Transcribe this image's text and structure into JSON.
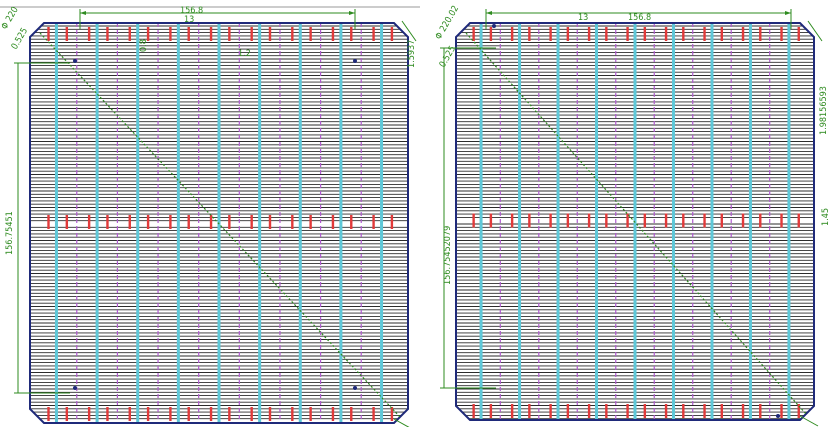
{
  "colors": {
    "background": "#ffffff",
    "outline": "#1f2a7a",
    "finger_lines": "#2b2b2b",
    "busbar": "#5ec8d8",
    "busbar_dash": "#b05ad0",
    "pad": "#e23a3a",
    "dimension": "#2e8b1f",
    "divider": "#9a9a9a"
  },
  "drawings": [
    {
      "name": "left-cell",
      "top_width": "156.8",
      "top_pitch": "13",
      "left_height": "156.75451",
      "corner_diameter": "Φ 220",
      "corner_chamfer": "0.525",
      "corner_right_top": "1.5937",
      "inner_label_1": "0.8",
      "inner_label_2": "1.2",
      "busbars": 9,
      "pad_rows": 3
    },
    {
      "name": "right-cell",
      "top_width": "156.8",
      "top_pitch": "13",
      "left_height": "156.75452079",
      "corner_diameter": "Φ 220.02",
      "corner_chamfer": "0.525",
      "right_height": "1.98156593",
      "right_small": "1.45",
      "busbars": 9,
      "pad_rows": 3
    }
  ]
}
